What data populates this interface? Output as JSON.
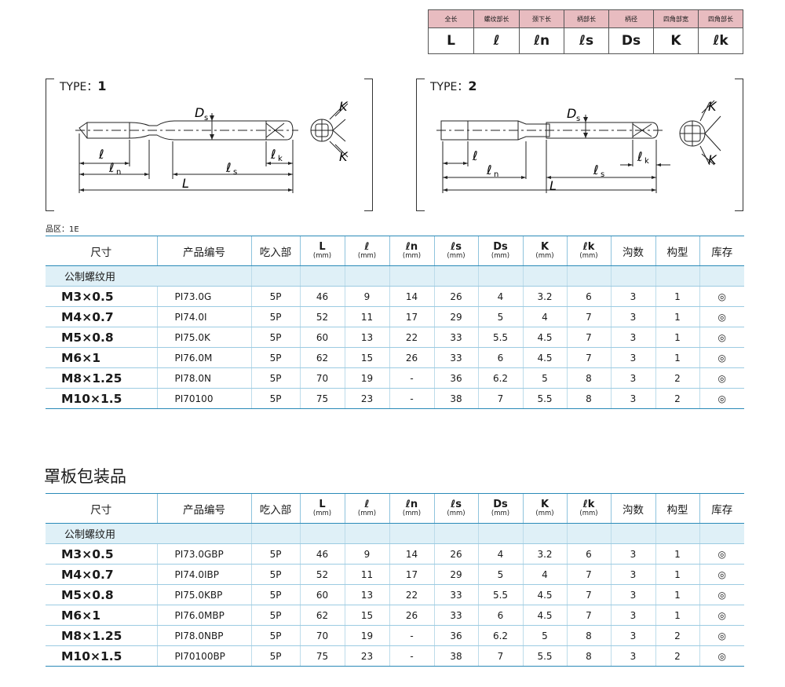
{
  "legend": [
    {
      "name": "全长",
      "sym": "L"
    },
    {
      "name": "螺纹部长",
      "sym": "ℓ"
    },
    {
      "name": "颈下长",
      "sym": "ℓn"
    },
    {
      "name": "柄部长",
      "sym": "ℓs"
    },
    {
      "name": "柄径",
      "sym": "Ds"
    },
    {
      "name": "四角部宽",
      "sym": "K"
    },
    {
      "name": "四角部长",
      "sym": "ℓk"
    }
  ],
  "type1": {
    "label": "TYPE：",
    "num": "1"
  },
  "type2": {
    "label": "TYPE：",
    "num": "2"
  },
  "dims": {
    "D": "D",
    "s": "s",
    "l": "ℓ",
    "n": "n",
    "k": "k",
    "L": "L",
    "K": "K"
  },
  "zone_label": "品区：1E",
  "section2_title": "罩板包装品",
  "headers": [
    {
      "sym": "尺寸"
    },
    {
      "sym": "产品编号"
    },
    {
      "sym": "吃入部"
    },
    {
      "sym": "L",
      "unit": "(mm)"
    },
    {
      "sym": "ℓ",
      "unit": "(mm)"
    },
    {
      "sym": "ℓn",
      "unit": "(mm)"
    },
    {
      "sym": "ℓs",
      "unit": "(mm)"
    },
    {
      "sym": "Ds",
      "unit": "(mm)"
    },
    {
      "sym": "K",
      "unit": "(mm)"
    },
    {
      "sym": "ℓk",
      "unit": "(mm)"
    },
    {
      "sym": "沟数"
    },
    {
      "sym": "构型"
    },
    {
      "sym": "库存"
    }
  ],
  "category": "公制螺纹用",
  "table1": [
    [
      "M3×0.5",
      "PI73.0G",
      "5P",
      "46",
      "9",
      "14",
      "26",
      "4",
      "3.2",
      "6",
      "3",
      "1",
      "◎"
    ],
    [
      "M4×0.7",
      "PI74.0I",
      "5P",
      "52",
      "11",
      "17",
      "29",
      "5",
      "4",
      "7",
      "3",
      "1",
      "◎"
    ],
    [
      "M5×0.8",
      "PI75.0K",
      "5P",
      "60",
      "13",
      "22",
      "33",
      "5.5",
      "4.5",
      "7",
      "3",
      "1",
      "◎"
    ],
    [
      "M6×1",
      "PI76.0M",
      "5P",
      "62",
      "15",
      "26",
      "33",
      "6",
      "4.5",
      "7",
      "3",
      "1",
      "◎"
    ],
    [
      "M8×1.25",
      "PI78.0N",
      "5P",
      "70",
      "19",
      "-",
      "36",
      "6.2",
      "5",
      "8",
      "3",
      "2",
      "◎"
    ],
    [
      "M10×1.5",
      "PI70100",
      "5P",
      "75",
      "23",
      "-",
      "38",
      "7",
      "5.5",
      "8",
      "3",
      "2",
      "◎"
    ]
  ],
  "table2": [
    [
      "M3×0.5",
      "PI73.0GBP",
      "5P",
      "46",
      "9",
      "14",
      "26",
      "4",
      "3.2",
      "6",
      "3",
      "1",
      "◎"
    ],
    [
      "M4×0.7",
      "PI74.0IBP",
      "5P",
      "52",
      "11",
      "17",
      "29",
      "5",
      "4",
      "7",
      "3",
      "1",
      "◎"
    ],
    [
      "M5×0.8",
      "PI75.0KBP",
      "5P",
      "60",
      "13",
      "22",
      "33",
      "5.5",
      "4.5",
      "7",
      "3",
      "1",
      "◎"
    ],
    [
      "M6×1",
      "PI76.0MBP",
      "5P",
      "62",
      "15",
      "26",
      "33",
      "6",
      "4.5",
      "7",
      "3",
      "1",
      "◎"
    ],
    [
      "M8×1.25",
      "PI78.0NBP",
      "5P",
      "70",
      "19",
      "-",
      "36",
      "6.2",
      "5",
      "8",
      "3",
      "2",
      "◎"
    ],
    [
      "M10×1.5",
      "PI70100BP",
      "5P",
      "75",
      "23",
      "-",
      "38",
      "7",
      "5.5",
      "8",
      "3",
      "2",
      "◎"
    ]
  ]
}
